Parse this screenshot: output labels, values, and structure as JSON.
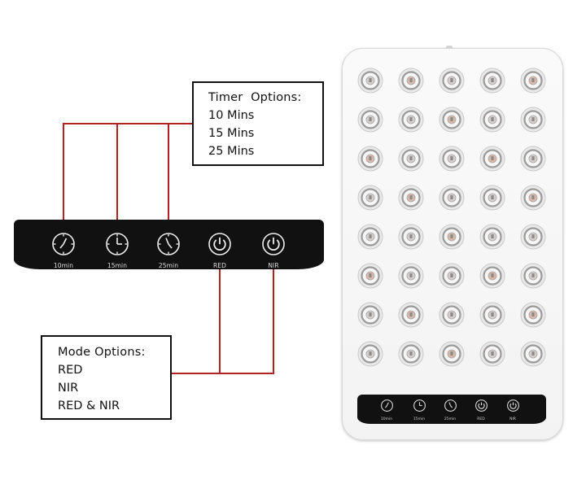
{
  "timer_callout": {
    "title": "Timer  Options:",
    "options": [
      "10 Mins",
      "15 Mins",
      "25 Mins"
    ]
  },
  "mode_callout": {
    "title": "Mode Options:",
    "options": [
      "RED",
      "NIR",
      "RED & NIR"
    ]
  },
  "control_panel": {
    "buttons": [
      {
        "label": "10min",
        "icon": "clock-icon"
      },
      {
        "label": "15min",
        "icon": "clock-icon"
      },
      {
        "label": "25min",
        "icon": "clock-icon"
      },
      {
        "label": "RED",
        "icon": "power-icon"
      },
      {
        "label": "NIR",
        "icon": "power-icon"
      }
    ]
  },
  "device": {
    "led_rows": 8,
    "led_cols": 5
  },
  "colors": {
    "leader_line": "#b22222",
    "panel": "#111111",
    "box_border": "#111111"
  }
}
